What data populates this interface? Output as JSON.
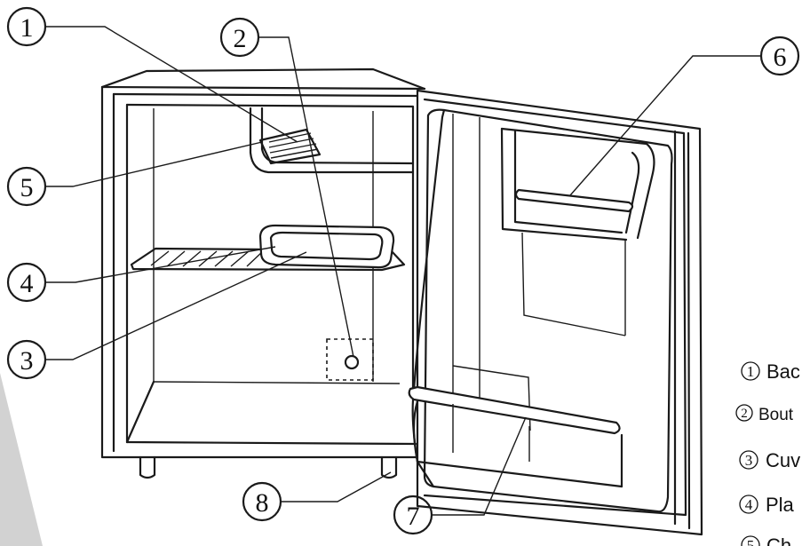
{
  "callouts": [
    "1",
    "2",
    "3",
    "4",
    "5",
    "6",
    "7",
    "8"
  ],
  "legend": [
    {
      "num": "1",
      "text": "Bac"
    },
    {
      "num": "2",
      "text": "Bout"
    },
    {
      "num": "3",
      "text": "Cuv"
    },
    {
      "num": "4",
      "text": "Pla"
    },
    {
      "num": "5",
      "text": "Ch"
    }
  ],
  "colors": {
    "line": "#1a1a1a",
    "wedge": "#d2d2d2",
    "background": "#ffffff"
  }
}
